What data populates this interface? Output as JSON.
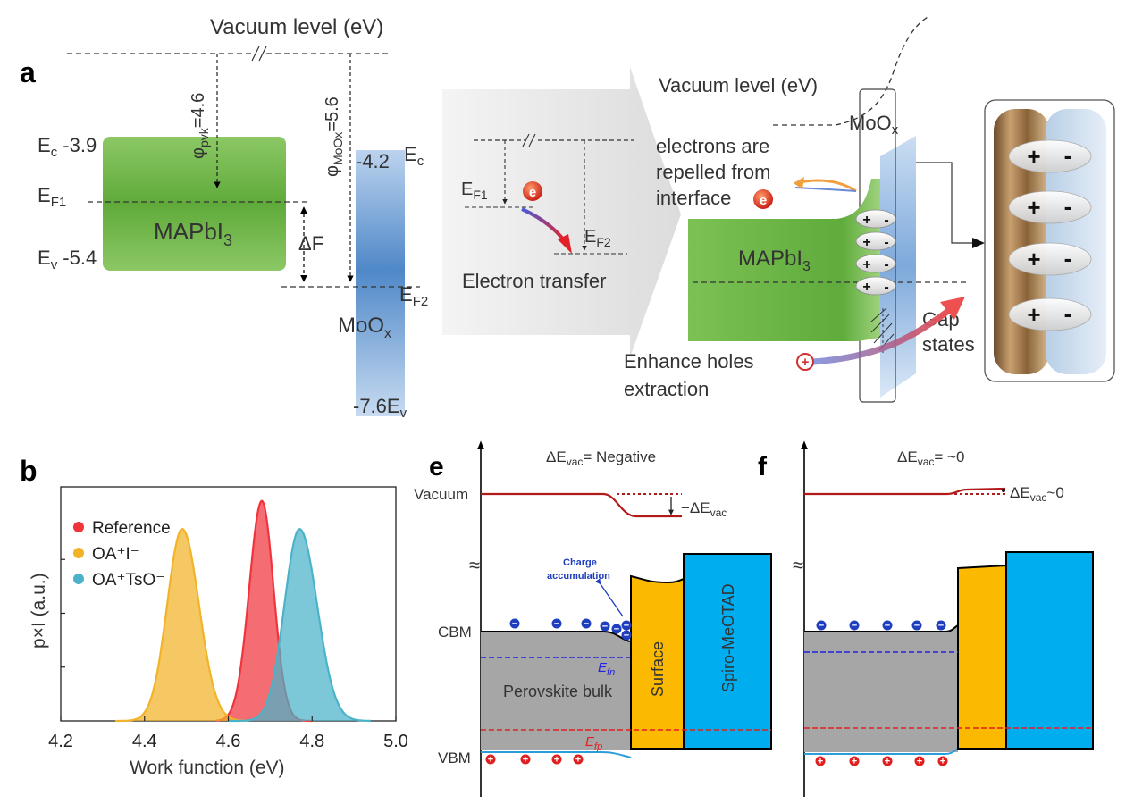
{
  "panels": {
    "a": "a",
    "b": "b",
    "e": "e",
    "f": "f"
  },
  "panel_a_left": {
    "vacuum_label": "Vacuum level (eV)",
    "phi_pvk_main": "φ",
    "phi_pvk_sub": "pvk",
    "phi_pvk_val": "=4.6",
    "phi_moox_main": "φ",
    "phi_moox_sub": "MoOx",
    "phi_moox_val": "=5.6",
    "ec_pvk_main": "E",
    "ec_pvk_sub": "c",
    "ec_pvk_val": " -3.9",
    "ef1_main": "E",
    "ef1_sub": "F1",
    "ev_pvk_main": "E",
    "ev_pvk_sub": "v",
    "ev_pvk_val": " -5.4",
    "mapbi_main": "MAPbI",
    "mapbi_sub": "3",
    "delta_f": "ΔF",
    "ec_moox_val": "-4.2",
    "ec_moox_main": "E",
    "ec_moox_sub": "c",
    "ef2_main": "E",
    "ef2_sub": "F2",
    "moox_main": "MoO",
    "moox_sub": "x",
    "ev_moox_val": "-7.6",
    "ev_moox_main": "E",
    "ev_moox_sub": "v"
  },
  "panel_a_mid": {
    "ef1_main": "E",
    "ef1_sub": "F1",
    "ef2_main": "E",
    "ef2_sub": "F2",
    "electron_symbol": "e",
    "transfer_label": "Electron transfer"
  },
  "panel_a_right": {
    "vacuum_label": "Vacuum level (eV)",
    "moox_main": "MoO",
    "moox_sub": "x",
    "repelled_line1": "electrons are",
    "repelled_line2": "repelled from",
    "repelled_line3": "interface",
    "electron_symbol": "e",
    "mapbi_main": "MAPbI",
    "mapbi_sub": "3",
    "gap_line1": "Gap",
    "gap_line2": "states",
    "holes_line1": "Enhance holes",
    "holes_line2": "extraction",
    "plus": "+",
    "minus": "-"
  },
  "panel_b": {
    "ylabel": "p×I (a.u.)",
    "xlabel": "Work function (eV)"
  },
  "panel_e": {
    "title_main": "ΔE",
    "title_sub": "vac",
    "title_val": "= Negative",
    "vacuum": "Vacuum",
    "delta_main": "−ΔE",
    "delta_sub": "vac",
    "charge_line1": "Charge",
    "charge_line2": "accumulation",
    "cbm": "CBM",
    "vbm": "VBM",
    "efn_main": "E",
    "efn_sub": "fn",
    "efp_main": "E",
    "efp_sub": "fp",
    "bulk": "Perovskite bulk",
    "surface": "Surface",
    "spiro": "Spiro-MeOTAD",
    "break": "≈"
  },
  "panel_f": {
    "title_main": "ΔE",
    "title_sub": "vac",
    "title_val": "= ~0",
    "delta_main": "ΔE",
    "delta_sub": "vac",
    "delta_val": "~0",
    "break": "≈"
  },
  "colors": {
    "perovskite_green": "#6fb843",
    "moox_blue": "#7aa7d8",
    "vacuum_red": "#b21a1a",
    "surface_orange": "#fbb900",
    "spiro_blue": "#00adef",
    "bulk_gray": "#a6a6a6",
    "efn_blue": "#2222dd",
    "efp_red": "#e02020",
    "reference_red": "#f0343c",
    "oa_i_yellow": "#f2b328",
    "oa_tso_teal": "#4bb3c9"
  },
  "chart_data": {
    "type": "area",
    "title": "",
    "xlabel": "Work function (eV)",
    "ylabel": "p×I (a.u.)",
    "xlim": [
      4.2,
      5.0
    ],
    "x_ticks": [
      "4.2",
      "4.4",
      "4.6",
      "4.8",
      "5.0"
    ],
    "legend_position": "top-left",
    "grid": false,
    "series": [
      {
        "name": "Reference",
        "color": "#f0343c",
        "peak_x": 4.68,
        "peak_height": 0.94,
        "width_left": 0.03,
        "width_right": 0.028,
        "extent": [
          4.57,
          4.8
        ]
      },
      {
        "name": "OA⁺I⁻",
        "color": "#f2b328",
        "peak_x": 4.49,
        "peak_height": 0.82,
        "width_left": 0.036,
        "width_right": 0.04,
        "extent": [
          4.33,
          4.64
        ]
      },
      {
        "name": "OA⁺TsO⁻",
        "color": "#4bb3c9",
        "peak_x": 4.77,
        "peak_height": 0.82,
        "width_left": 0.036,
        "width_right": 0.042,
        "extent": [
          4.6,
          4.94
        ]
      }
    ]
  }
}
